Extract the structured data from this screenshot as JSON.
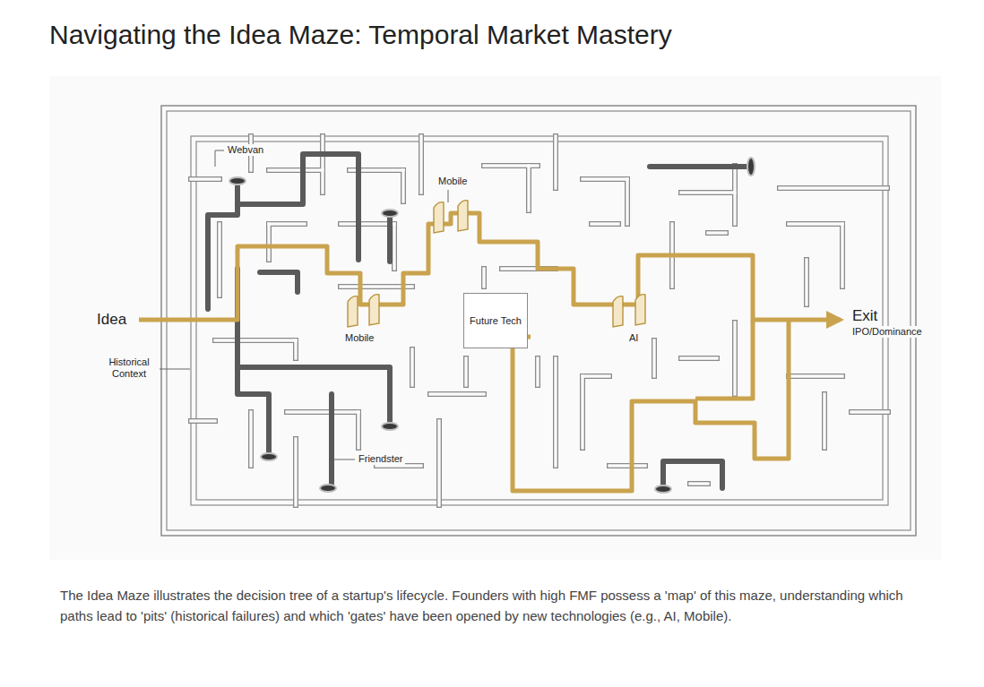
{
  "diagram": {
    "title": "Navigating the Idea Maze: Temporal Market Mastery",
    "caption": "The Idea Maze illustrates the decision tree of a startup's lifecycle. Founders with high FMF possess a 'map' of this maze, understanding which paths lead to 'pits' (historical failures) and which 'gates' have been opened by new technologies (e.g., AI, Mobile).",
    "nodes": [
      {
        "text": [
          "Future Tech"
        ]
      }
    ],
    "labels": [
      "Webvan",
      "Mobile",
      "Idea",
      "Mobile",
      "AI",
      "Exit",
      "IPO/Dominance",
      "Historical Context",
      "Friendster"
    ]
  }
}
